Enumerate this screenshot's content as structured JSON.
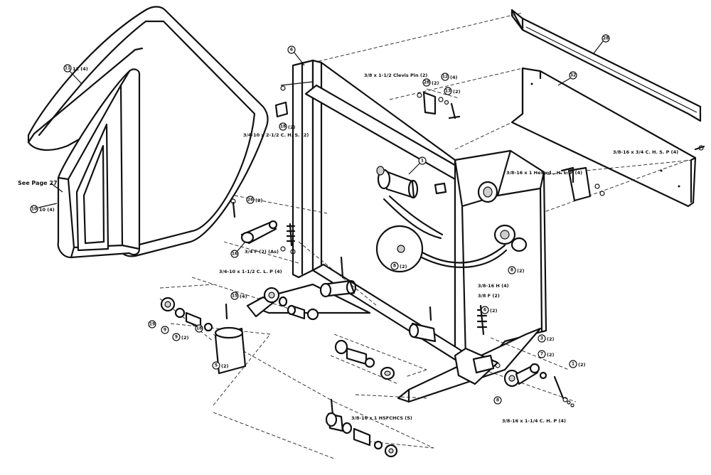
{
  "diagram": {
    "see_page_note": "See Page 27",
    "labels": {
      "clevis_pin": "3/8 x 1-1/2 Clevis Pin (2)",
      "bolt_top_left": "3/4-10 x 2-1/2 C. H. S. (2)",
      "bolt_top_right": "3/8-16 x 3/4 C. H. S. P (4)",
      "bolt_mid_right": "3/8-16 x 1 Hexwd., H. L. P (4)",
      "washer_left": "3/4 F (2) (As)",
      "bolt_left_lower": "3/4-10 x 1-1/2 C. L. P (4)",
      "nut_right_1": "3/8-16 H (4)",
      "nut_right_2": "3/8 F (2)",
      "bolt_bottom_mid": "3/8-16 x 1 HSFCHCS (5)",
      "bolt_bottom_right": "3/8-16 x 1-1/4 C. H. P (4)"
    },
    "callouts": {
      "c_top_left_frame": "11 (4)",
      "c_see_page": "10 (4)",
      "c_main_frame": "6",
      "c_clevis": "28 (2)",
      "c_pin_a": "12 (4)",
      "c_pin_b": "13 (2)",
      "c_top_bracket": "28",
      "c_long_plate": "32",
      "c_block_left": "18 (2)",
      "c_roller_top": "1",
      "c_spring": "26 (2)",
      "c_link": "16",
      "c_detail": "8 (2)",
      "c_knob_right": "8 (2)",
      "c_spring_right": "6 (2)",
      "c_stud_left": "15 (4)",
      "c_bearing_1": "19",
      "c_bearing_2": "9",
      "c_bearing_3": "9 (2)",
      "c_bearing_4": "18",
      "c_tube": "5 (2)",
      "c_right_1": "3 (2)",
      "c_right_2": "7 (2)",
      "c_right_3": "1 (2)",
      "c_right_4": "8"
    }
  }
}
